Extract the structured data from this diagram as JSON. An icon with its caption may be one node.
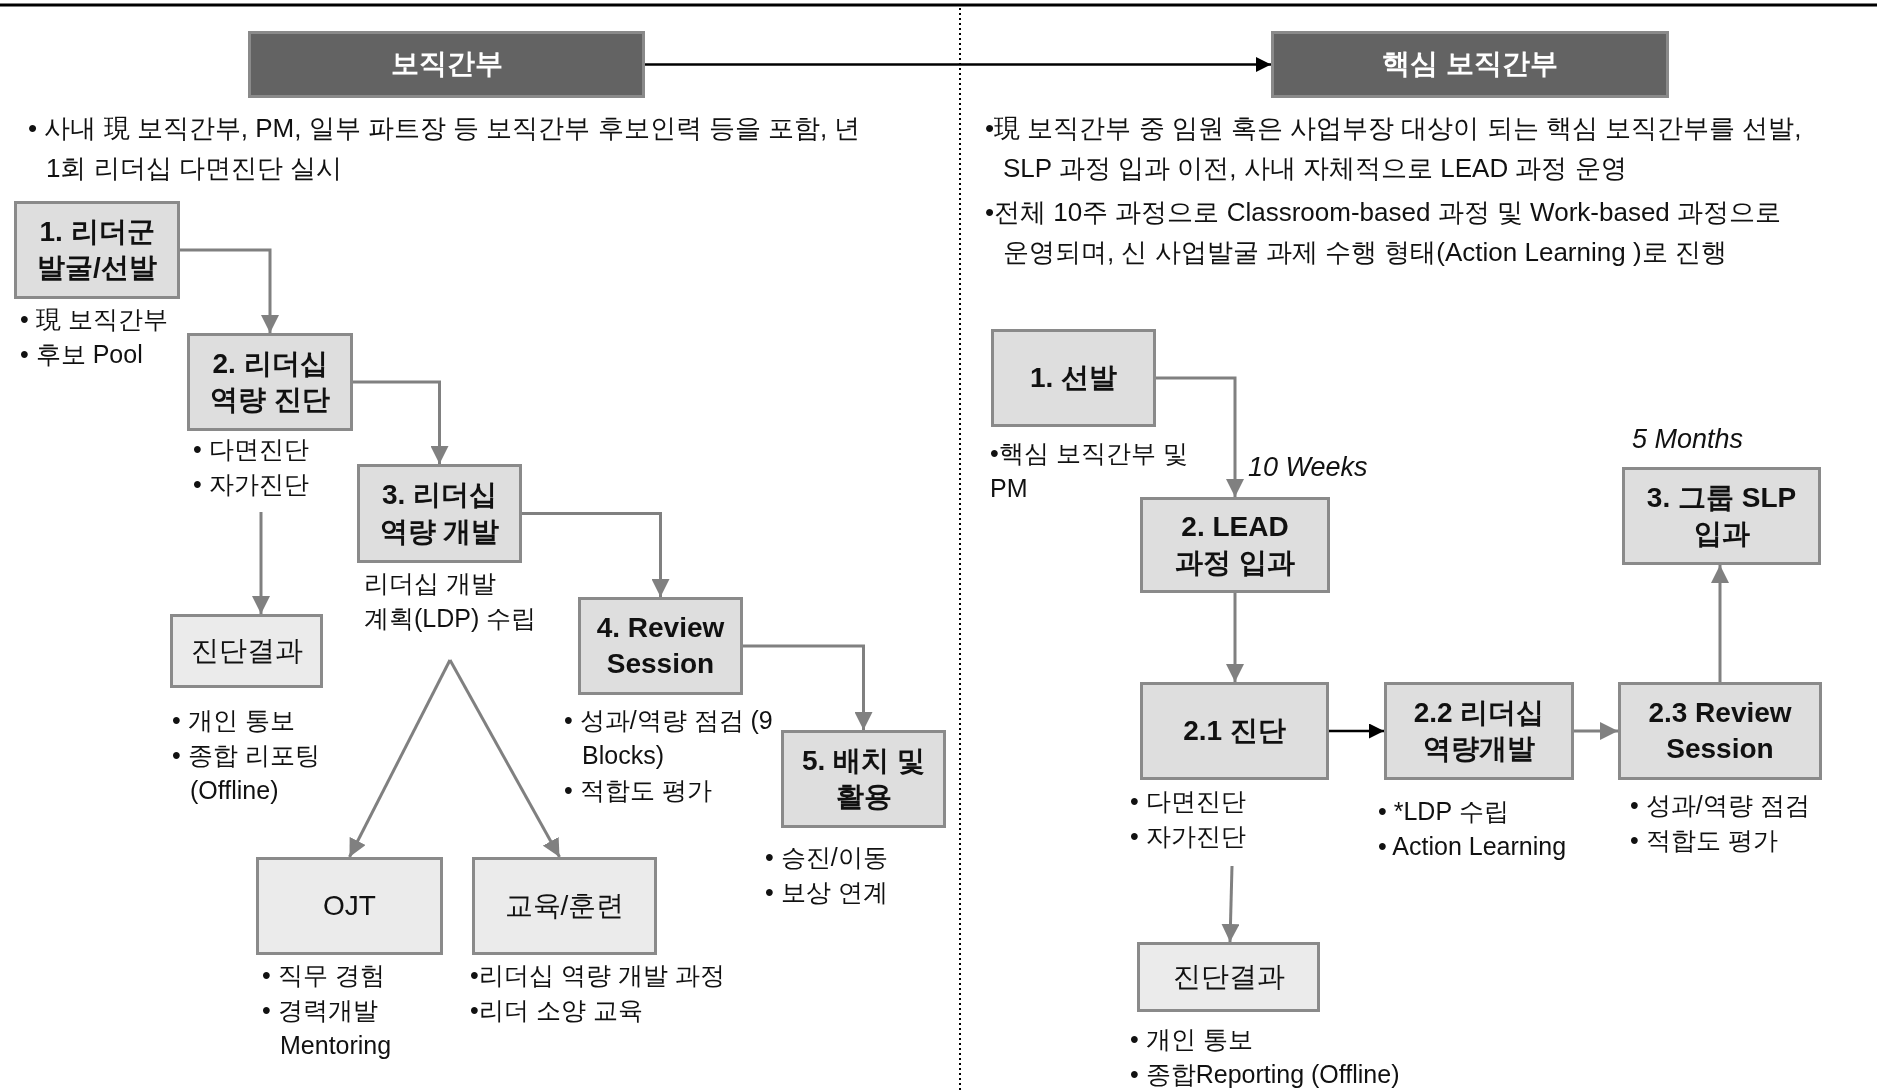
{
  "diagram": {
    "nodes": [
      {
        "text": [
          "보직간부"
        ]
      },
      {
        "text": [
          "핵심 보직간부"
        ]
      },
      {
        "text": [
          "1. 리더군 발굴/선발"
        ],
        "beside": [
          "• 現 보직간부",
          "• 후보 Pool"
        ]
      },
      {
        "text": [
          "2. 리더십 역량 진단"
        ],
        "beside": [
          "• 다면진단",
          "• 자가진단"
        ]
      },
      {
        "text": [
          "3. 리더십 역량 개발"
        ],
        "beside": [
          "리더십 개발 계획(LDP) 수립"
        ]
      },
      {
        "text": [
          "진단결과"
        ],
        "beside": [
          "• 개인 통보",
          "• 종합 리포팅 (Offline)"
        ]
      },
      {
        "text": [
          "4. Review Session"
        ],
        "beside": [
          "• 성과/역량 점검 (9 Blocks)",
          "• 적합도 평가"
        ]
      },
      {
        "text": [
          "5. 배치 및 활용"
        ],
        "beside": [
          "• 승진/이동",
          "• 보상 연계"
        ]
      },
      {
        "text": [
          "OJT"
        ],
        "beside": [
          "• 직무 경험",
          "• 경력개발 Mentoring"
        ]
      },
      {
        "text": [
          "교육/훈련"
        ],
        "beside": [
          "•리더십 역량 개발 과정",
          "•리더 소양 교육"
        ]
      },
      {
        "text": [
          "1. 선발"
        ]
      },
      {
        "text": [
          "2. LEAD 과정 입과"
        ],
        "beside": [
          "10 Weeks"
        ]
      },
      {
        "text": [
          "3. 그룹 SLP 입과"
        ],
        "beside": [
          "5 Months"
        ]
      },
      {
        "text": [
          "2.1 진단"
        ],
        "beside": [
          "• 다면진단",
          "• 자가진단"
        ]
      },
      {
        "text": [
          "2.2 리더십 역량개발"
        ],
        "beside": [
          "• *LDP 수립",
          "• Action Learning"
        ]
      },
      {
        "text": [
          "2.3 Review Session"
        ],
        "beside": [
          "• 성과/역량 점검",
          "• 적합도 평가"
        ]
      },
      {
        "text": [
          "진단결과"
        ],
        "beside": [
          "• 개인 통보",
          "• 종합Reporting (Offline)"
        ]
      }
    ],
    "edges": [
      {
        "from": 0,
        "to": 1,
        "arrow": "to",
        "color": "#000000"
      },
      {
        "from": 2,
        "to": 3,
        "arrow": "to"
      },
      {
        "from": 3,
        "to": 4,
        "arrow": "to"
      },
      {
        "from": 3,
        "to": 5,
        "arrow": "to"
      },
      {
        "from": 4,
        "to": 6,
        "arrow": "to"
      },
      {
        "from": 6,
        "to": 7,
        "arrow": "to"
      },
      {
        "from": 4,
        "to": 8,
        "arrow": "to"
      },
      {
        "from": 4,
        "to": 9,
        "arrow": "to"
      },
      {
        "from": 10,
        "to": 11,
        "arrow": "to"
      },
      {
        "from": 11,
        "to": 13,
        "arrow": "to"
      },
      {
        "from": 13,
        "to": 14,
        "arrow": "to",
        "color": "#000000"
      },
      {
        "from": 14,
        "to": 15,
        "arrow": "to"
      },
      {
        "from": 15,
        "to": 12,
        "arrow": "to"
      },
      {
        "from": 13,
        "to": 16,
        "arrow": "to"
      }
    ],
    "labels": [
      "• 사내 現 보직간부, PM, 일부 파트장 등 보직간부 후보인력 등을 포함, 년 1회 리더십 다면진단 실시",
      "•現 보직간부 중 임원 혹은 사업부장 대상이 되는 핵심 보직간부를 선발, SLP 과정 입과 이전, 사내 자체적으로 LEAD 과정 운영",
      "•전체 10주 과정으로 Classroom-based 과정 및 Work-based 과정으로 운영되며, 신 사업발굴 과제 수행 형태(Action Learning )로 진행",
      "•핵심 보직간부 및 PM"
    ]
  }
}
